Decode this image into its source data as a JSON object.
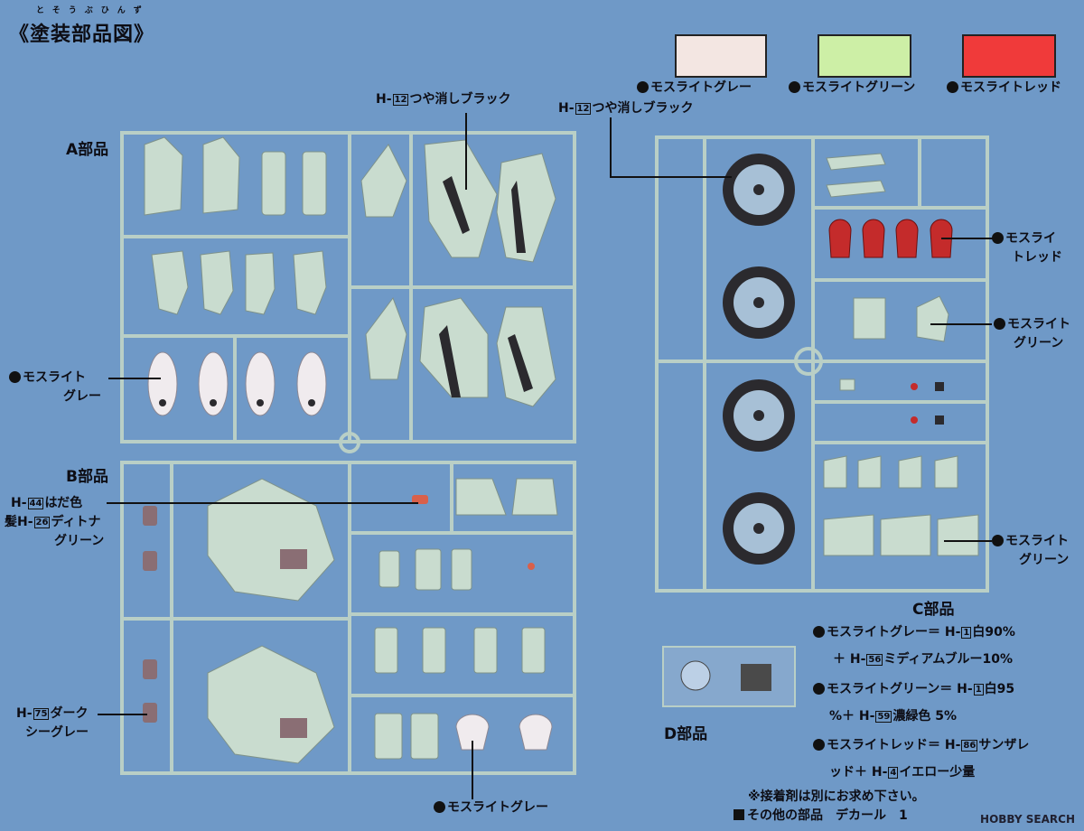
{
  "title": "《塗装部品図》",
  "title_ruby": "とそうぶひんず",
  "colors": {
    "background": "#6f99c7",
    "sprue": "#b9cfc6",
    "gray_swatch": "#f3e6e2",
    "green_swatch": "#cdefa6",
    "red_swatch": "#f03a3a",
    "tire": "#2b2a2e",
    "part_red": "#c42b2b"
  },
  "swatches": [
    {
      "label": "モスライトグレー"
    },
    {
      "label": "モスライトグリーン"
    },
    {
      "label": "モスライトレッド"
    }
  ],
  "sections": {
    "a": "A部品",
    "b": "B部品",
    "c": "C部品",
    "d": "D部品"
  },
  "callouts": {
    "black_a_pre": "H-",
    "black_a_num": "12",
    "black_a_post": "つや消しブラック",
    "black_c_pre": "H-",
    "black_c_num": "12",
    "black_c_post": "つや消しブラック",
    "grey_a_line1": "モスライト",
    "grey_a_line2": "グレー",
    "red_c_line1": "モスライ",
    "red_c_line2": "トレッド",
    "green_c1_line1": "モスライト",
    "green_c1_line2": "グリーン",
    "green_c2_line1": "モスライト",
    "green_c2_line2": "グリーン",
    "skin_pre": "H-",
    "skin_num": "44",
    "skin_post": "はだ色",
    "hair_pre": "髪H-",
    "hair_num": "26",
    "hair_post": "ディトナ",
    "hair_line2": "グリーン",
    "dark_pre": "H-",
    "dark_num": "75",
    "dark_post": "ダーク",
    "dark_line2": "シーグレー",
    "grey_b": "モスライトグレー"
  },
  "notes": {
    "grey_a": "モスライトグレー＝ H-",
    "grey_a_n1": "1",
    "grey_a_b": "白90%",
    "grey_b_pre": "＋ H-",
    "grey_b_n2": "56",
    "grey_b_post": "ミディアムブルー10%",
    "green_a": "モスライトグリーン＝ H-",
    "green_a_n1": "1",
    "green_a_b": "白95",
    "green_b_pre": "%＋ H-",
    "green_b_n2": "59",
    "green_b_post": "濃緑色 5%",
    "red_a": "モスライトレッド＝ H-",
    "red_a_n1": "86",
    "red_a_b": "サンザレ",
    "red_b_pre": "ッド＋ H-",
    "red_b_n2": "4",
    "red_b_post": "イエロー少量",
    "adhesive": "※接着剤は別にお求め下さい。",
    "other_parts": "その他の部品　デカール　1"
  },
  "watermark": "HOBBY SEARCH"
}
